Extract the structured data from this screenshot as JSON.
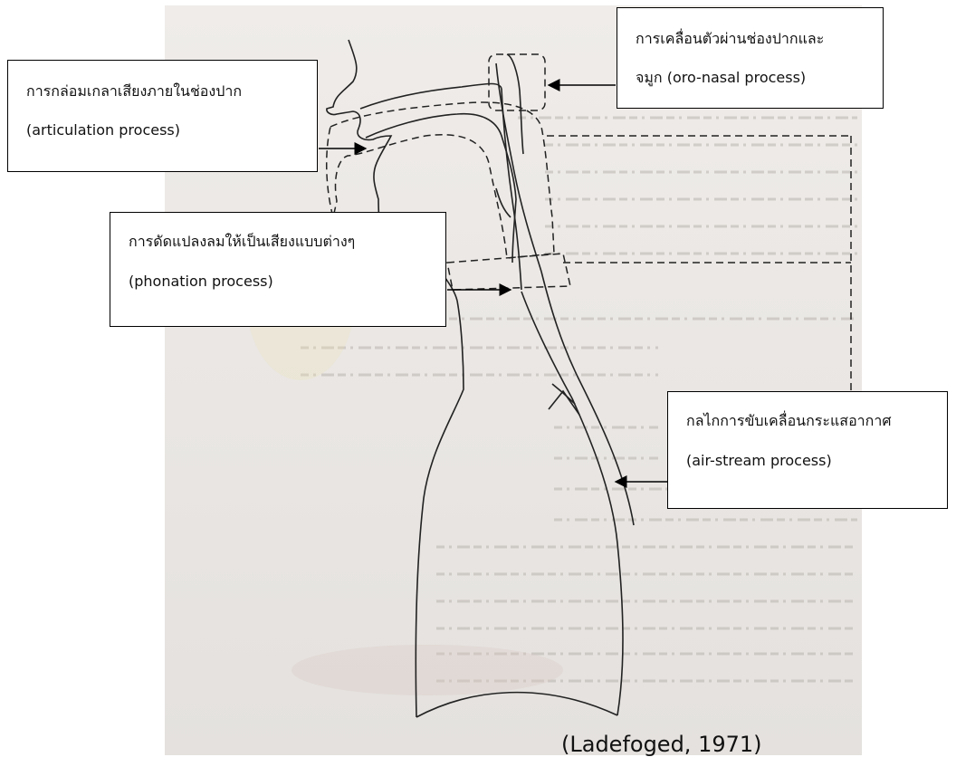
{
  "labels": {
    "oro_nasal": {
      "line1": "การเคลื่อนตัวผ่านช่องปากและ",
      "line2": "จมูก (oro-nasal process)"
    },
    "articulation": {
      "line1": "การกล่อมเกลาเสียงภายในช่องปาก",
      "line2": "(articulation process)"
    },
    "phonation": {
      "line1": "การดัดแปลงลมให้เป็นเสียงแบบต่างๆ",
      "line2": "(phonation process)"
    },
    "air_stream": {
      "line1": "กลไกการขับเคลื่อนกระแสอากาศ",
      "line2": "(air-stream process)"
    }
  },
  "citation": "(Ladefoged, 1971)"
}
